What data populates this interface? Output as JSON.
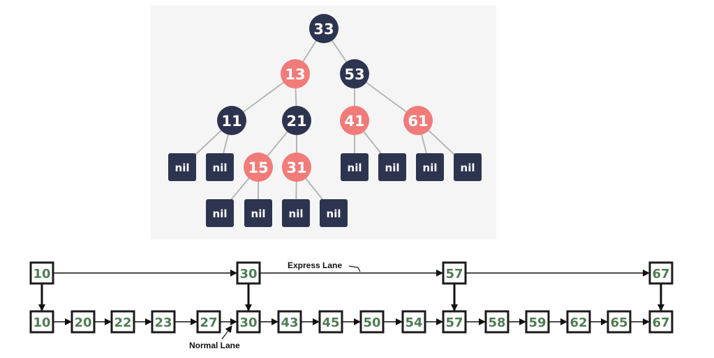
{
  "red_black_tree": {
    "colors": {
      "panel": "#f5f5f6",
      "black_node": "#2d3450",
      "red_node": "#f17b78",
      "edge": "#b4b7b4",
      "text": "#ffffff"
    },
    "nodes": [
      {
        "id": "n33",
        "label": "33",
        "kind": "black"
      },
      {
        "id": "n13",
        "label": "13",
        "kind": "red"
      },
      {
        "id": "n53",
        "label": "53",
        "kind": "black"
      },
      {
        "id": "n11",
        "label": "11",
        "kind": "black"
      },
      {
        "id": "n21",
        "label": "21",
        "kind": "black"
      },
      {
        "id": "n41",
        "label": "41",
        "kind": "red"
      },
      {
        "id": "n61",
        "label": "61",
        "kind": "red"
      },
      {
        "id": "nil1",
        "label": "nil",
        "kind": "nil"
      },
      {
        "id": "nil2",
        "label": "nil",
        "kind": "nil"
      },
      {
        "id": "n15",
        "label": "15",
        "kind": "red"
      },
      {
        "id": "n31",
        "label": "31",
        "kind": "red"
      },
      {
        "id": "nil3",
        "label": "nil",
        "kind": "nil"
      },
      {
        "id": "nil4",
        "label": "nil",
        "kind": "nil"
      },
      {
        "id": "nil5",
        "label": "nil",
        "kind": "nil"
      },
      {
        "id": "nil6",
        "label": "nil",
        "kind": "nil"
      },
      {
        "id": "nil7",
        "label": "nil",
        "kind": "nil"
      },
      {
        "id": "nil8",
        "label": "nil",
        "kind": "nil"
      },
      {
        "id": "nil9",
        "label": "nil",
        "kind": "nil"
      },
      {
        "id": "nil10",
        "label": "nil",
        "kind": "nil"
      }
    ],
    "edges": [
      [
        "n33",
        "n13"
      ],
      [
        "n33",
        "n53"
      ],
      [
        "n13",
        "n11"
      ],
      [
        "n13",
        "n21"
      ],
      [
        "n53",
        "n41"
      ],
      [
        "n53",
        "n61"
      ],
      [
        "n11",
        "nil1"
      ],
      [
        "n11",
        "nil2"
      ],
      [
        "n21",
        "n15"
      ],
      [
        "n21",
        "n31"
      ],
      [
        "n41",
        "nil3"
      ],
      [
        "n41",
        "nil4"
      ],
      [
        "n61",
        "nil5"
      ],
      [
        "n61",
        "nil6"
      ],
      [
        "n15",
        "nil7"
      ],
      [
        "n15",
        "nil8"
      ],
      [
        "n31",
        "nil9"
      ],
      [
        "n31",
        "nil10"
      ]
    ]
  },
  "skip_list": {
    "colors": {
      "box_border": "#1b1b1b",
      "box_text": "#4e7d52",
      "arrow": "#111111",
      "label_text": "#111111"
    },
    "express_lane": [
      "10",
      "30",
      "57",
      "67"
    ],
    "normal_lane": [
      "10",
      "20",
      "22",
      "23",
      "27",
      "30",
      "43",
      "45",
      "50",
      "54",
      "57",
      "58",
      "59",
      "62",
      "65",
      "67"
    ],
    "drop_links": [
      [
        0,
        0
      ],
      [
        1,
        5
      ],
      [
        2,
        10
      ],
      [
        3,
        15
      ]
    ],
    "express_label": "Express Lane",
    "normal_label": "Normal Lane"
  }
}
